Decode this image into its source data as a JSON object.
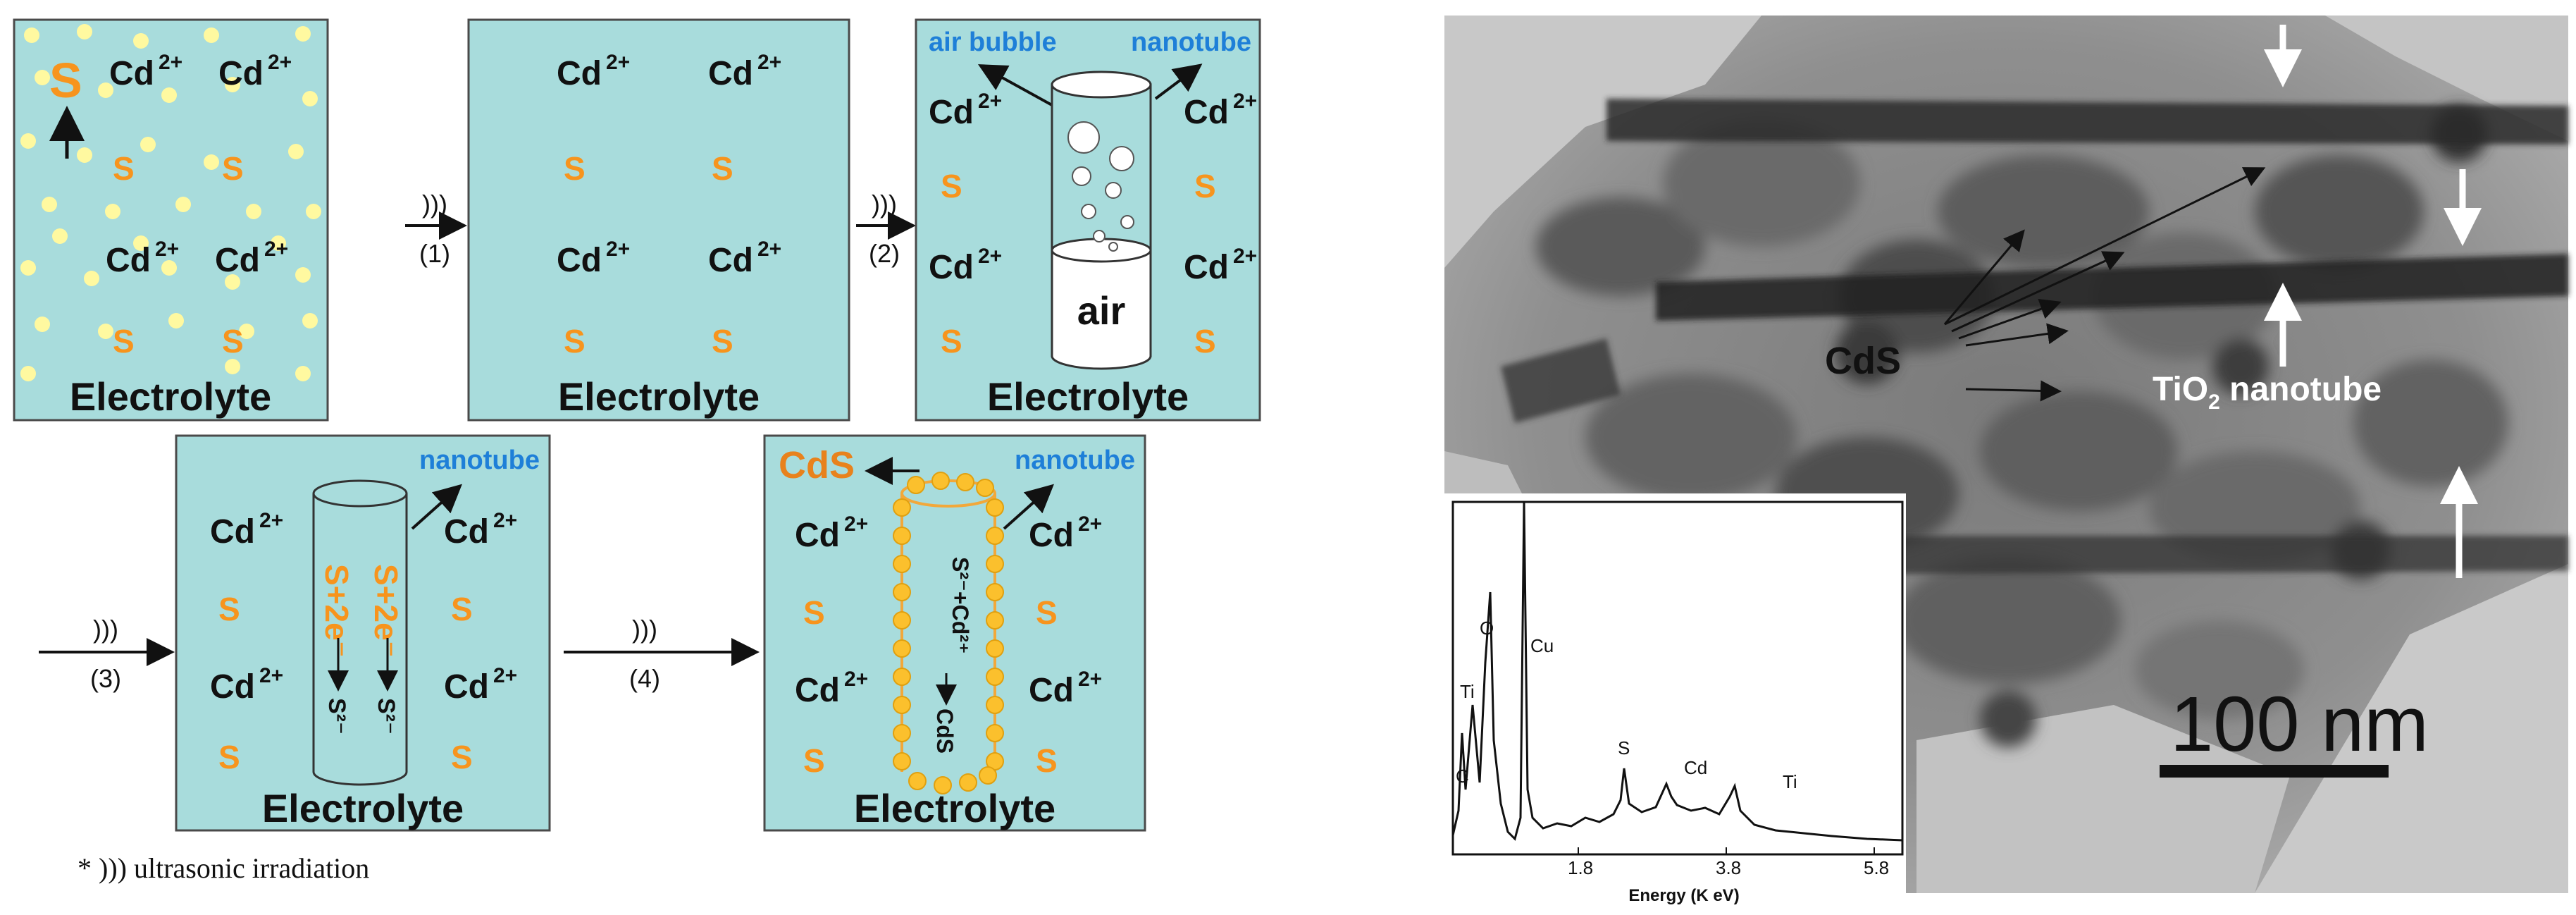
{
  "diagram": {
    "ion_cd": "Cd",
    "ion_charge": "2+",
    "sulfur": "S",
    "electrolyte": "Electrolyte",
    "air_bubble": "air bubble",
    "nanotube": "nanotube",
    "air": "air",
    "step1_symbol": ")))",
    "step1_label": "(1)",
    "step2_symbol": ")))",
    "step2_label": "(2)",
    "step3_symbol": ")))",
    "step3_label": "(3)",
    "step4_symbol": ")))",
    "step4_label": "(4)",
    "reaction_a": "S+2e⁻",
    "reaction_a_product": "S²⁻",
    "reaction_b": "S²⁻+Cd²⁺",
    "reaction_b_product": "CdS",
    "cds_label": "CdS",
    "footnote": "* )))  ultrasonic irradiation",
    "colors": {
      "panel": "#a8dcdc",
      "sulfur": "#f7941d",
      "label_blue": "#1e7fd8",
      "dot": "#fff9a0"
    }
  },
  "tem": {
    "cds_label": "CdS",
    "tio2_main": "TiO",
    "tio2_sub": "2",
    "tio2_rest": " nanotube",
    "scale_bar": "100 nm"
  },
  "eds": {
    "xlabel": "Energy (K eV)",
    "ticks": [
      "1.8",
      "3.8",
      "5.8"
    ],
    "peaks": [
      "C",
      "Ti",
      "O",
      "Cu",
      "S",
      "Cd",
      "Ti"
    ]
  }
}
